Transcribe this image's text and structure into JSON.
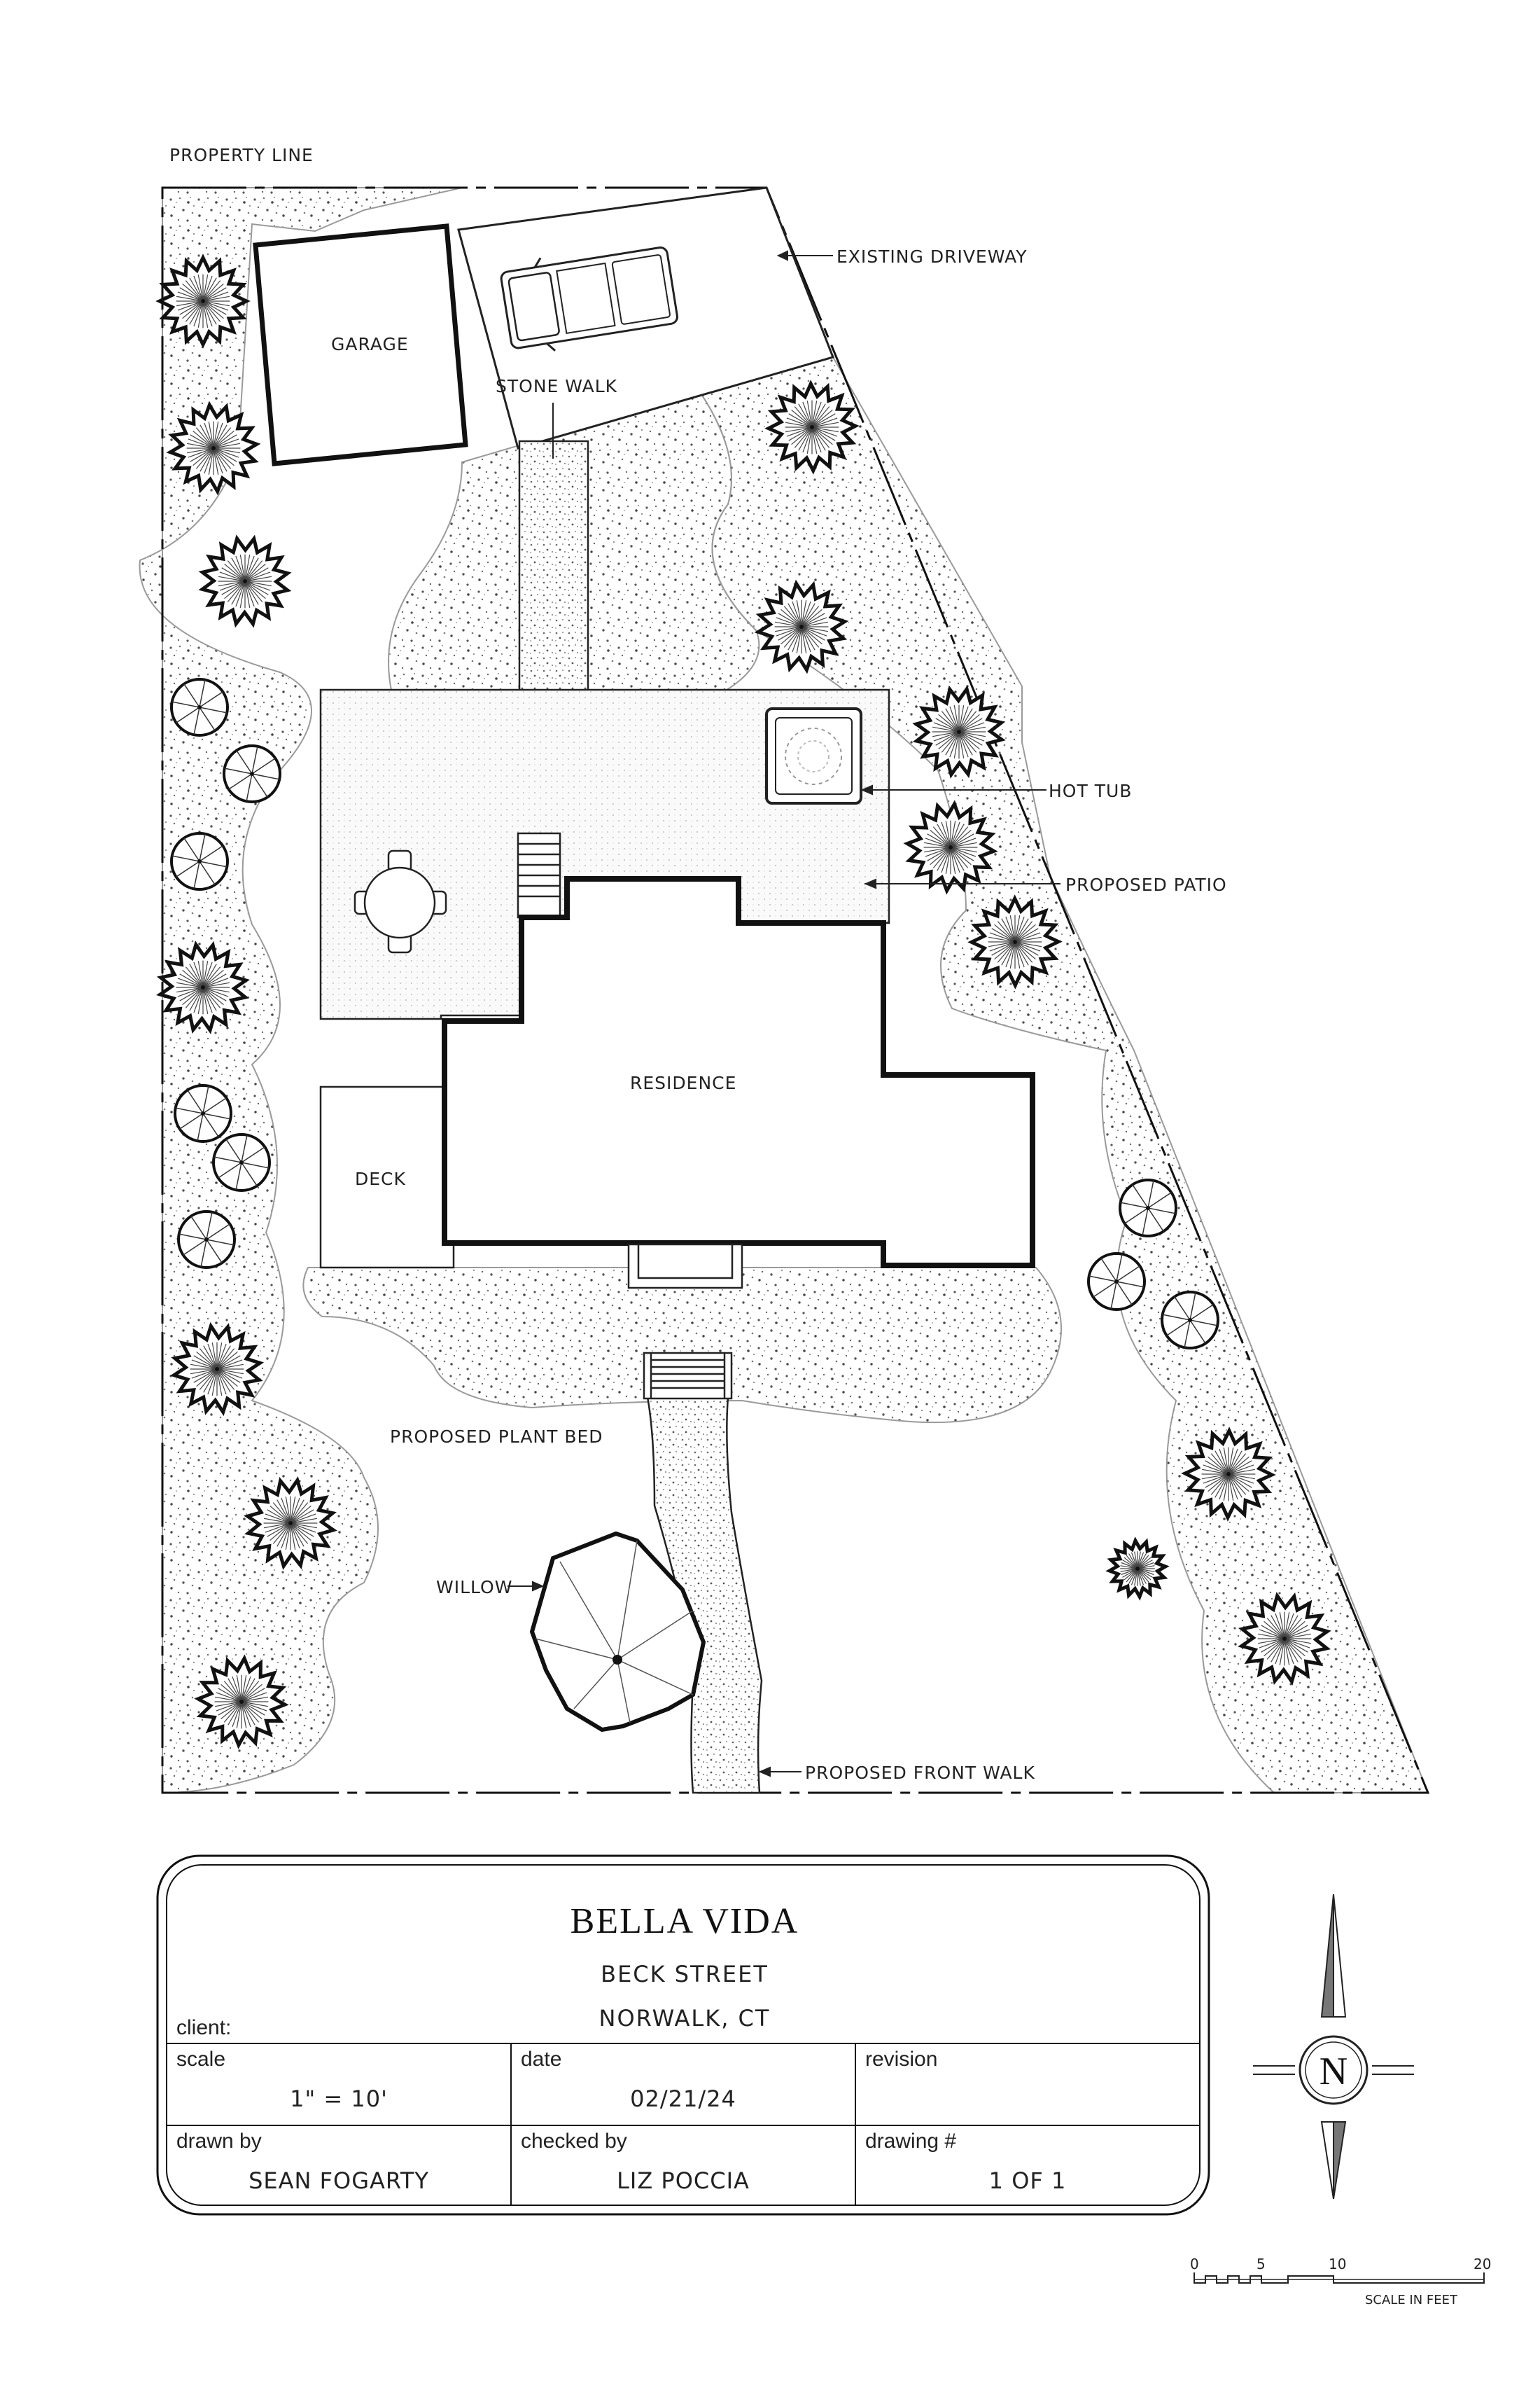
{
  "labels": {
    "property_line": "PROPERTY LINE",
    "existing_driveway": "EXISTING DRIVEWAY",
    "garage": "GARAGE",
    "stone_walk": "STONE WALK",
    "hot_tub": "HOT TUB",
    "proposed_patio": "PROPOSED PATIO",
    "residence": "RESIDENCE",
    "deck": "DECK",
    "proposed_plant_bed": "PROPOSED PLANT BED",
    "willow": "WILLOW",
    "proposed_front_walk": "PROPOSED FRONT WALK"
  },
  "title_block": {
    "project": "BELLA VIDA",
    "street": "BECK STREET",
    "city": "NORWALK, CT",
    "client_label": "client:",
    "scale_label": "scale",
    "scale_value": "1\" = 10'",
    "date_label": "date",
    "date_value": "02/21/24",
    "revision_label": "revision",
    "drawn_by_label": "drawn by",
    "drawn_by_value": "SEAN FOGARTY",
    "checked_by_label": "checked by",
    "checked_by_value": "LIZ POCCIA",
    "drawing_label": "drawing #",
    "drawing_value": "1 OF 1"
  },
  "north_arrow": {
    "letter": "N",
    "icon": "north-arrow-icon"
  },
  "scale_bar": {
    "ticks": [
      "0",
      "5",
      "10",
      "20"
    ],
    "caption": "SCALE IN FEET"
  }
}
